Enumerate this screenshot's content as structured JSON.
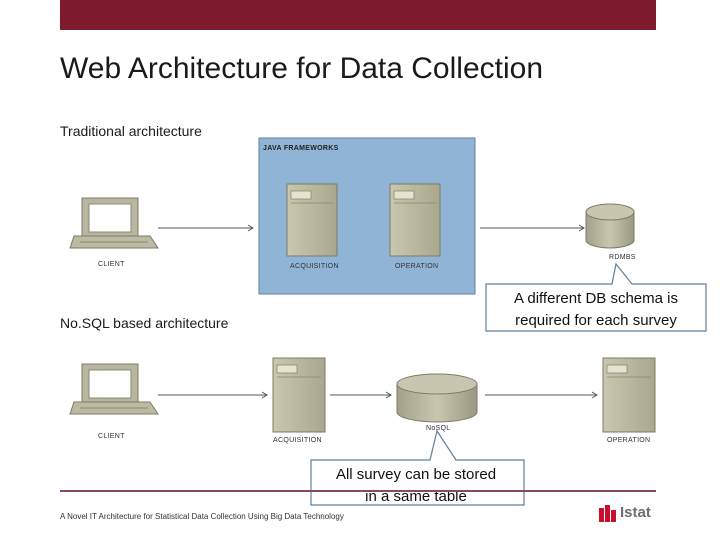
{
  "slide": {
    "title": "Web Architecture for Data Collection",
    "traditional_label": "Traditional architecture",
    "nosql_label": "No.SQL based architecture",
    "footer": "A Novel IT Architecture for Statistical Data Collection Using Big Data Technology",
    "logo_text": "Istat"
  },
  "diagram": {
    "traditional": {
      "client": "CLIENT",
      "framework": "JAVA FRAMEWORKS",
      "acquisition": "ACQUISITION",
      "operation": "OPERATION",
      "db": "RDMBS"
    },
    "nosql": {
      "client": "CLIENT",
      "acquisition": "ACQUISITION",
      "db": "NoSQL",
      "operation": "OPERATION"
    },
    "callouts": {
      "schema_line1": "A different DB schema is",
      "schema_line2": "required for each survey",
      "table_line1": "All survey can be stored",
      "table_line2": "in a same table"
    }
  },
  "colors": {
    "top_bar": "#7d1a2c",
    "framework_box": "#8fb4d6",
    "device": "#b5b39a",
    "callout_bg": "#ffffff"
  }
}
